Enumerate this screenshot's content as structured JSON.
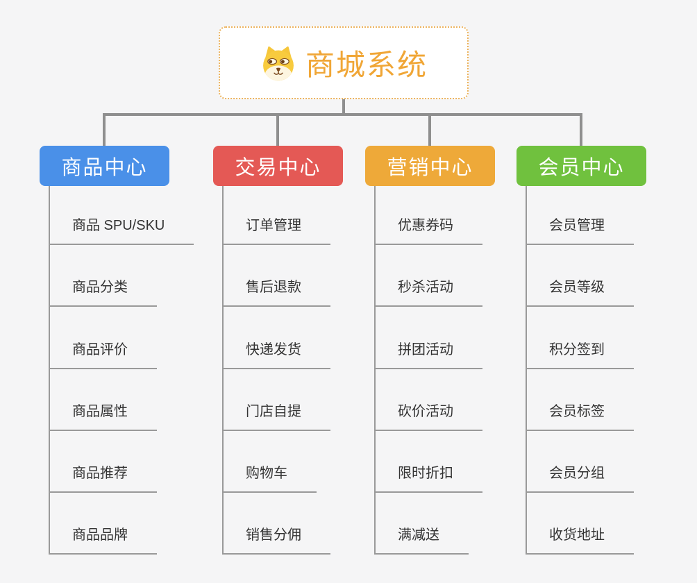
{
  "root": {
    "title": "商城系统",
    "icon": "shiba-dog-icon",
    "title_color": "#F0A636",
    "border_color": "#ECB35D",
    "background": "#FFFFFF"
  },
  "branches": [
    {
      "label": "商品中心",
      "color": "#4A90E8",
      "items": [
        "商品 SPU/SKU",
        "商品分类",
        "商品评价",
        "商品属性",
        "商品推荐",
        "商品品牌"
      ]
    },
    {
      "label": "交易中心",
      "color": "#E45955",
      "items": [
        "订单管理",
        "售后退款",
        "快递发货",
        "门店自提",
        "购物车",
        "销售分佣"
      ]
    },
    {
      "label": "营销中心",
      "color": "#EEA939",
      "items": [
        "优惠券码",
        "秒杀活动",
        "拼团活动",
        "砍价活动",
        "限时折扣",
        "满减送"
      ]
    },
    {
      "label": "会员中心",
      "color": "#70C13E",
      "items": [
        "会员管理",
        "会员等级",
        "积分签到",
        "会员标签",
        "会员分组",
        "收货地址"
      ]
    }
  ],
  "connector_color": "#8F8F8F",
  "leaf_line_color": "#999999",
  "background_color": "#F5F5F6"
}
